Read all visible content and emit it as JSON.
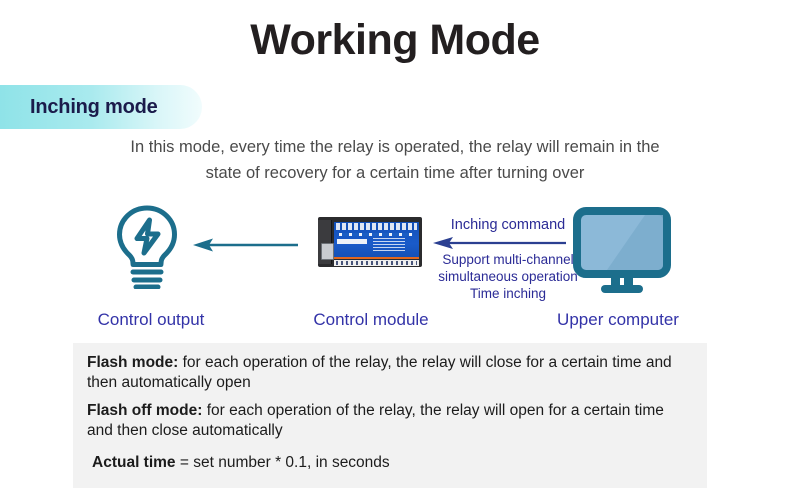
{
  "title": "Working Mode",
  "badge": {
    "label": "Inching mode",
    "gradient_from": "#8fe3e8",
    "gradient_to": "#f1fcfd",
    "text_color": "#1b1b4b"
  },
  "description": "In this mode, every time the relay is operated, the relay will remain in the state of recovery for a certain time after turning over",
  "diagram": {
    "arrow_color_output": "#1c6e8c",
    "arrow_color_command": "#2b3f91",
    "icon_color": "#1c6e8c",
    "screen_color": "#8cb9d8",
    "command_label": "Inching command",
    "command_features": "Support multi-channel\nsimultaneous operation\nTime inching",
    "command_features_lines": [
      "Support multi-channel",
      "simultaneous operation",
      "Time inching"
    ],
    "nodes": [
      {
        "id": "control-output",
        "label": "Control output",
        "icon": "lightbulb-icon"
      },
      {
        "id": "control-module",
        "label": "Control module",
        "icon": "relay-module-image"
      },
      {
        "id": "upper-computer",
        "label": "Upper computer",
        "icon": "monitor-icon"
      }
    ],
    "label_color": "#3333a8"
  },
  "info_panel": {
    "background": "#f2f2f2",
    "rows": [
      {
        "term": "Flash mode:",
        "text": " for each operation of the relay, the relay will close for a certain time and then automatically open"
      },
      {
        "term": "Flash off mode:",
        "text": " for each operation of the relay, the relay will open for a certain time and then close automatically"
      },
      {
        "term": "Actual time",
        "text": " = set number * 0.1, in seconds"
      }
    ]
  }
}
